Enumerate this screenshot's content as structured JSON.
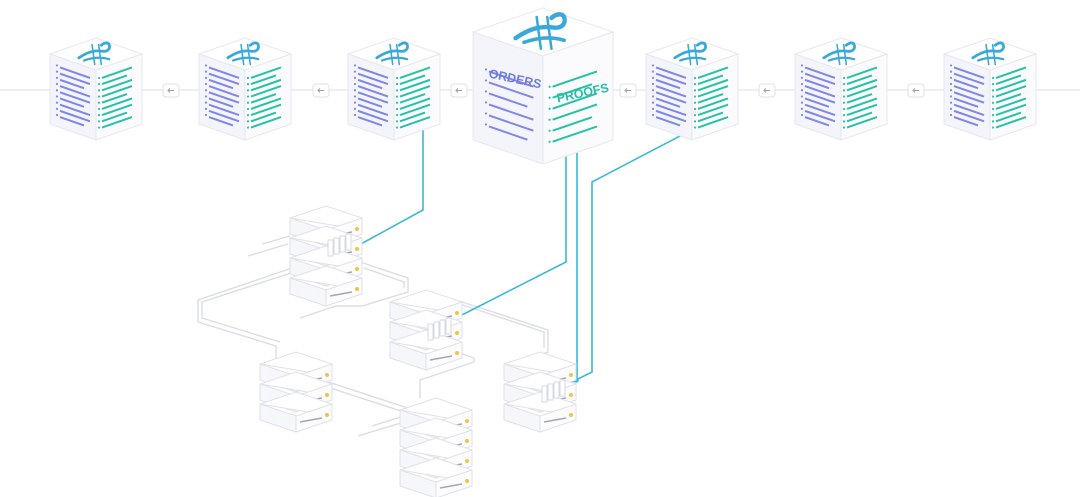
{
  "diagram": {
    "labels": {
      "orders": "ORDERS",
      "proofs": "PROOFS"
    },
    "blockchain": {
      "block_count": 7,
      "highlighted_block_index": 3,
      "block_icon": "filecoin-logo-icon",
      "link_icon": "arrow-left-icon"
    },
    "miners": {
      "server_count": 5,
      "icon": "server-rack-icon"
    },
    "colors": {
      "accent_cyan": "#3db8d6",
      "accent_teal": "#26c2a6",
      "doc_lines": "#7f86e8",
      "logo": "#3aa8d8",
      "wire": "#d9dde6",
      "cube_top": "#ffffff",
      "cube_left": "#f4f5fa",
      "cube_right": "#fbfbfe",
      "cube_edge": "#e6e8f0",
      "order_text": "#6f7be0",
      "proof_text": "#22bfa4"
    }
  }
}
